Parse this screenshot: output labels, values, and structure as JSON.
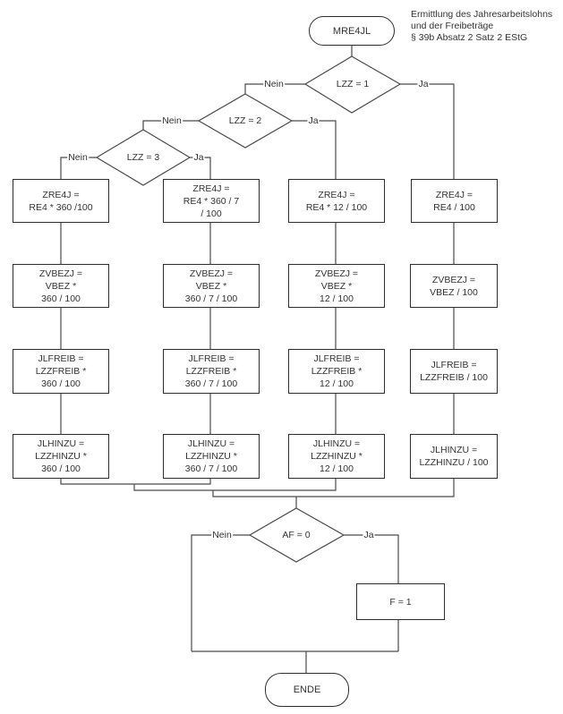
{
  "title_note": {
    "line1": "Ermittlung des Jahresarbeitslohns",
    "line2": "und der Freibeträge",
    "line3": "§ 39b Absatz 2 Satz 2 EStG"
  },
  "start": {
    "label": "MRE4JL"
  },
  "end": {
    "label": "ENDE"
  },
  "decisions": {
    "lzz1": {
      "label": "LZZ = 1",
      "no": "Nein",
      "yes": "Ja"
    },
    "lzz2": {
      "label": "LZZ = 2",
      "no": "Nein",
      "yes": "Ja"
    },
    "lzz3": {
      "label": "LZZ = 3",
      "no": "Nein",
      "yes": "Ja"
    },
    "af0": {
      "label": "AF = 0",
      "no": "Nein",
      "yes": "Ja"
    }
  },
  "columns": [
    {
      "condition": "LZZ = 3 Nein",
      "zre4j": "ZRE4J =\nRE4 * 360 /100",
      "zvbezj": "ZVBEZJ =\nVBEZ *\n360 / 100",
      "jlfreib": "JLFREIB =\nLZZFREIB *\n360 / 100",
      "jlhinzu": "JLHINZU =\nLZZHINZU *\n360 / 100"
    },
    {
      "condition": "LZZ = 3 Ja",
      "zre4j": "ZRE4J =\nRE4 * 360 / 7\n/ 100",
      "zvbezj": "ZVBEZJ =\nVBEZ *\n360 / 7 / 100",
      "jlfreib": "JLFREIB =\nLZZFREIB *\n360 / 7 / 100",
      "jlhinzu": "JLHINZU =\nLZZHINZU *\n360 / 7 / 100"
    },
    {
      "condition": "LZZ = 2 Ja",
      "zre4j": "ZRE4J =\nRE4 * 12 / 100",
      "zvbezj": "ZVBEZJ =\nVBEZ *\n12 / 100",
      "jlfreib": "JLFREIB =\nLZZFREIB *\n12 / 100",
      "jlhinzu": "JLHINZU =\nLZZHINZU *\n12 / 100"
    },
    {
      "condition": "LZZ = 1 Ja",
      "zre4j": "ZRE4J =\nRE4 / 100",
      "zvbezj": "ZVBEZJ =\nVBEZ / 100",
      "jlfreib": "JLFREIB =\nLZZFREIB / 100",
      "jlhinzu": "JLHINZU =\nLZZHINZU / 100"
    }
  ],
  "f_step": {
    "label": "F = 1"
  }
}
